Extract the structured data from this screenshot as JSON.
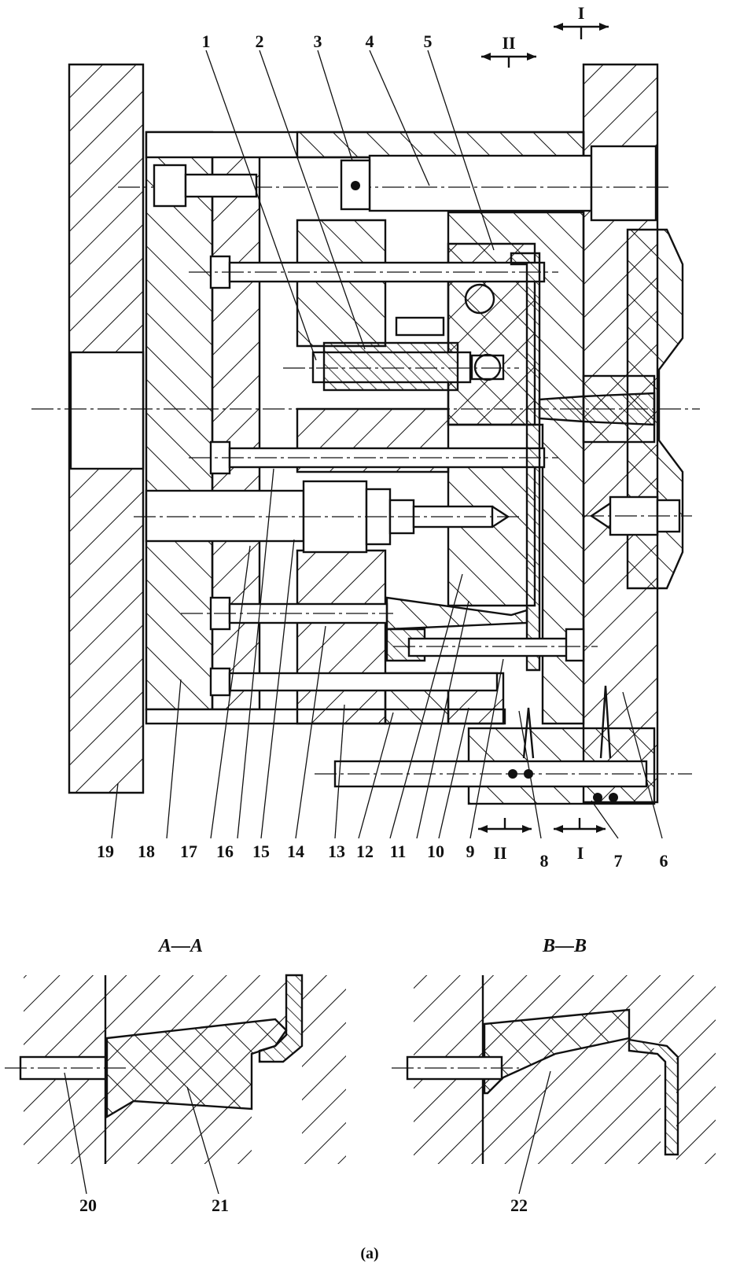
{
  "drawing": {
    "part_labels": [
      "1",
      "2",
      "3",
      "4",
      "5",
      "6",
      "7",
      "8",
      "9",
      "10",
      "11",
      "12",
      "13",
      "14",
      "15",
      "16",
      "17",
      "18",
      "19",
      "20",
      "21",
      "22"
    ],
    "section_marks": {
      "one": "I",
      "two": "II"
    },
    "section_titles": {
      "a": "A—A",
      "b": "B—B"
    },
    "caption": "(a)"
  }
}
